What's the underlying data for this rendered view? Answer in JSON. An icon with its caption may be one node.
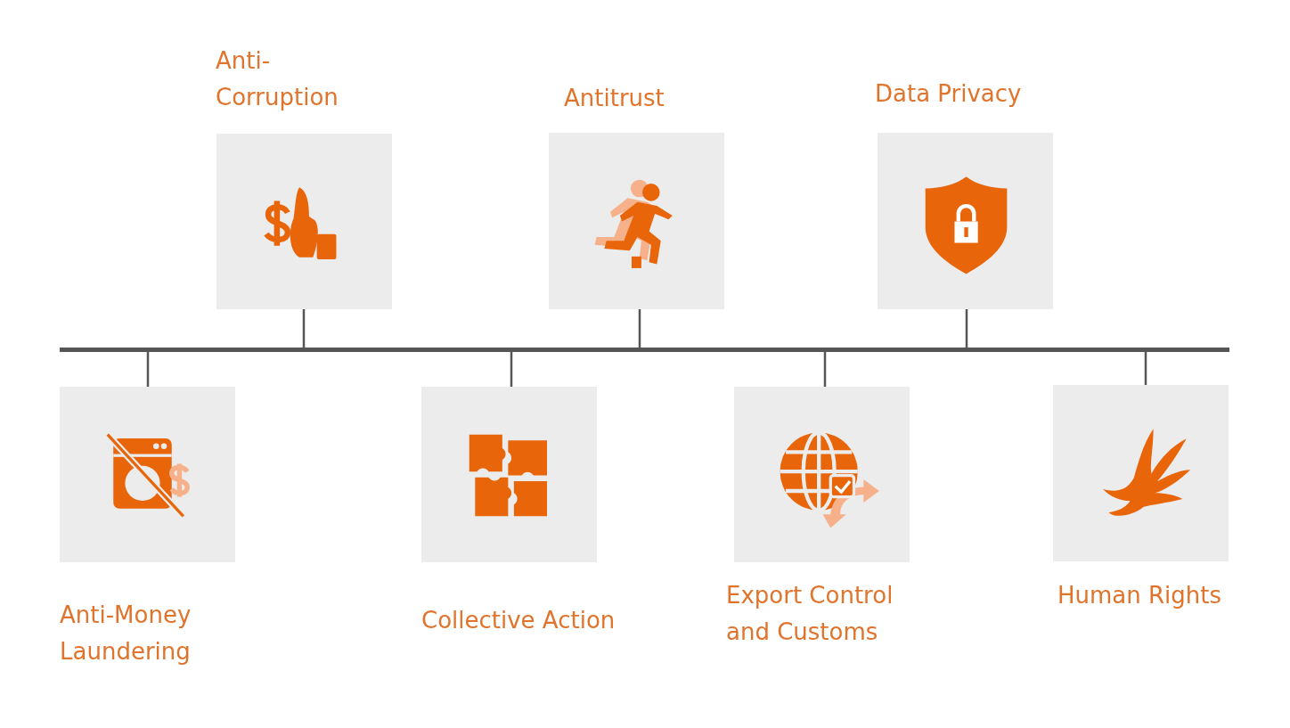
{
  "diagram": {
    "nodes": [
      {
        "text": [
          "Anti-Money Laundering"
        ]
      },
      {
        "text": [
          "Anti-Corruption"
        ]
      },
      {
        "text": [
          "Collective Action"
        ]
      },
      {
        "text": [
          "Antitrust"
        ]
      },
      {
        "text": [
          "Export Control and Customs"
        ]
      },
      {
        "text": [
          "Data Privacy"
        ]
      },
      {
        "text": [
          "Human Rights"
        ]
      },
      {
        "text": [],
        "shape": "bar"
      }
    ],
    "edges": [
      {
        "from": 0,
        "to": 7,
        "arrow": "none"
      },
      {
        "from": 1,
        "to": 7,
        "arrow": "none"
      },
      {
        "from": 2,
        "to": 7,
        "arrow": "none"
      },
      {
        "from": 3,
        "to": 7,
        "arrow": "none"
      },
      {
        "from": 4,
        "to": 7,
        "arrow": "none"
      },
      {
        "from": 5,
        "to": 7,
        "arrow": "none"
      },
      {
        "from": 6,
        "to": 7,
        "arrow": "none"
      }
    ]
  }
}
